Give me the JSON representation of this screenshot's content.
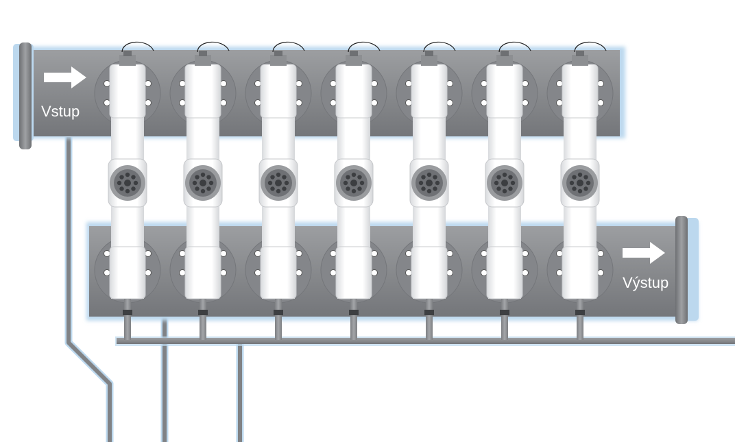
{
  "labels": {
    "inlet": "Vstup",
    "outlet": "Výstup"
  },
  "colors": {
    "pipe": "#8e9093",
    "pipe_light": "#a9abae",
    "glow": "#bcd8ee",
    "module": "#f4f5f6",
    "clamp": "#7a7c7f",
    "flow_arrow": "#ffffff"
  },
  "modules": {
    "count": 7
  },
  "icons": {
    "flow_arrow": "right-arrow-icon"
  }
}
